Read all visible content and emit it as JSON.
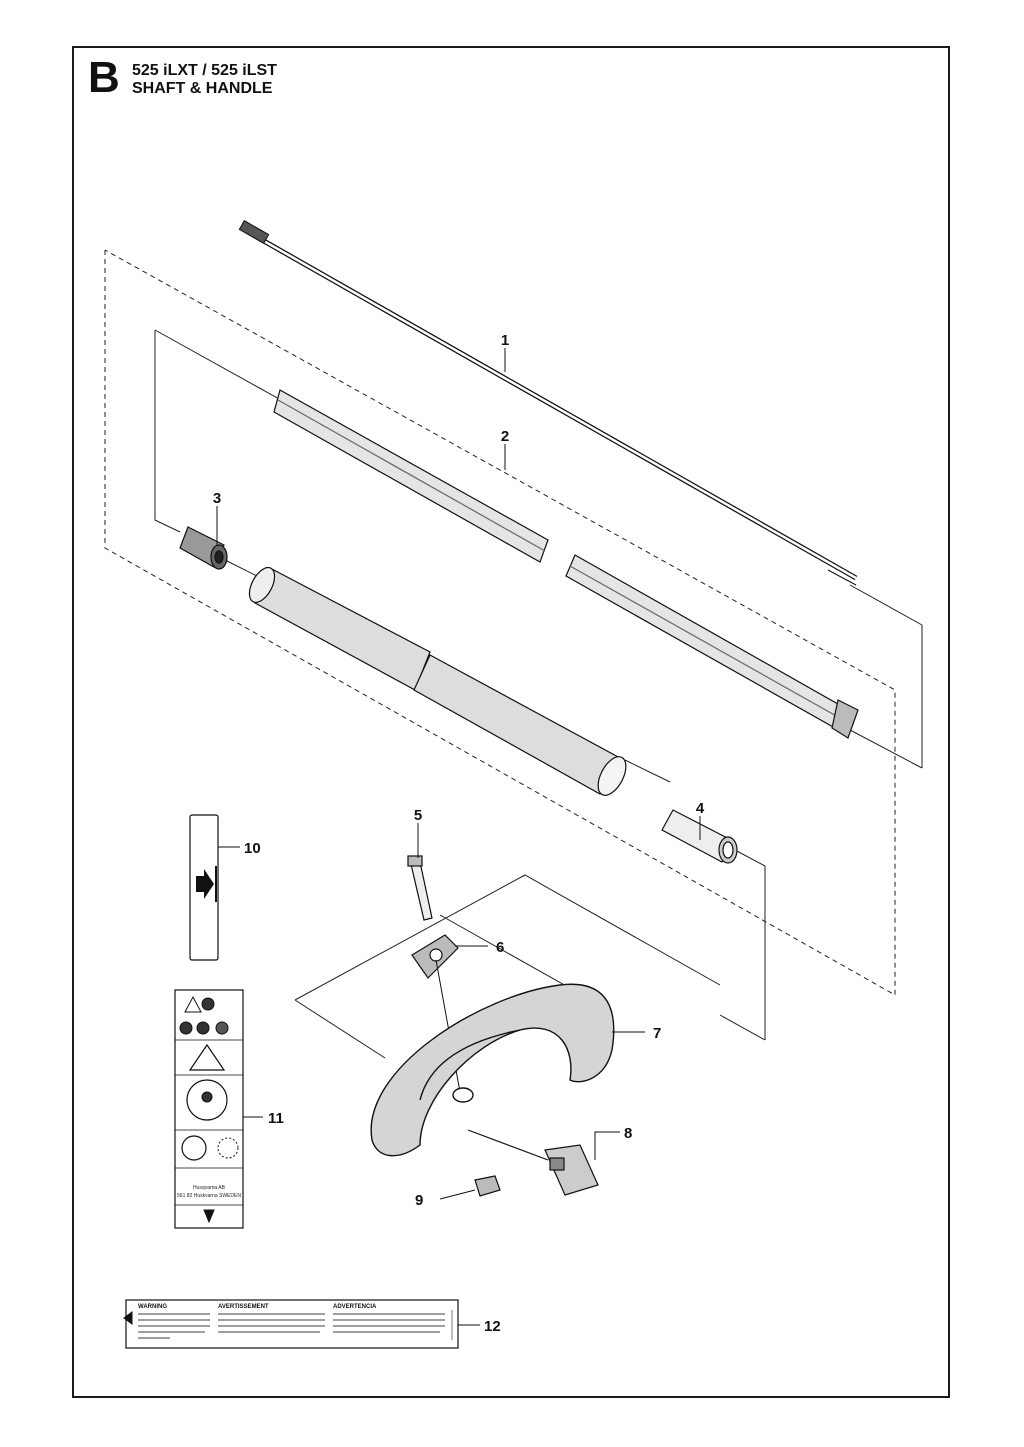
{
  "header": {
    "section_letter": "B",
    "model_line": "525 iLXT / 525 iLST",
    "subtitle": "SHAFT & HANDLE"
  },
  "callouts": [
    "1",
    "2",
    "3",
    "4",
    "5",
    "6",
    "7",
    "8",
    "9",
    "10",
    "11",
    "12"
  ],
  "decal_11": {
    "maker_line1": "Husqvarna AB",
    "maker_line2": "561 82 Huskvarna SWEDEN"
  },
  "decal_12": {
    "heading_en": "WARNING",
    "heading_fr": "AVERTISSEMENT",
    "heading_es": "ADVERTENCIA"
  }
}
